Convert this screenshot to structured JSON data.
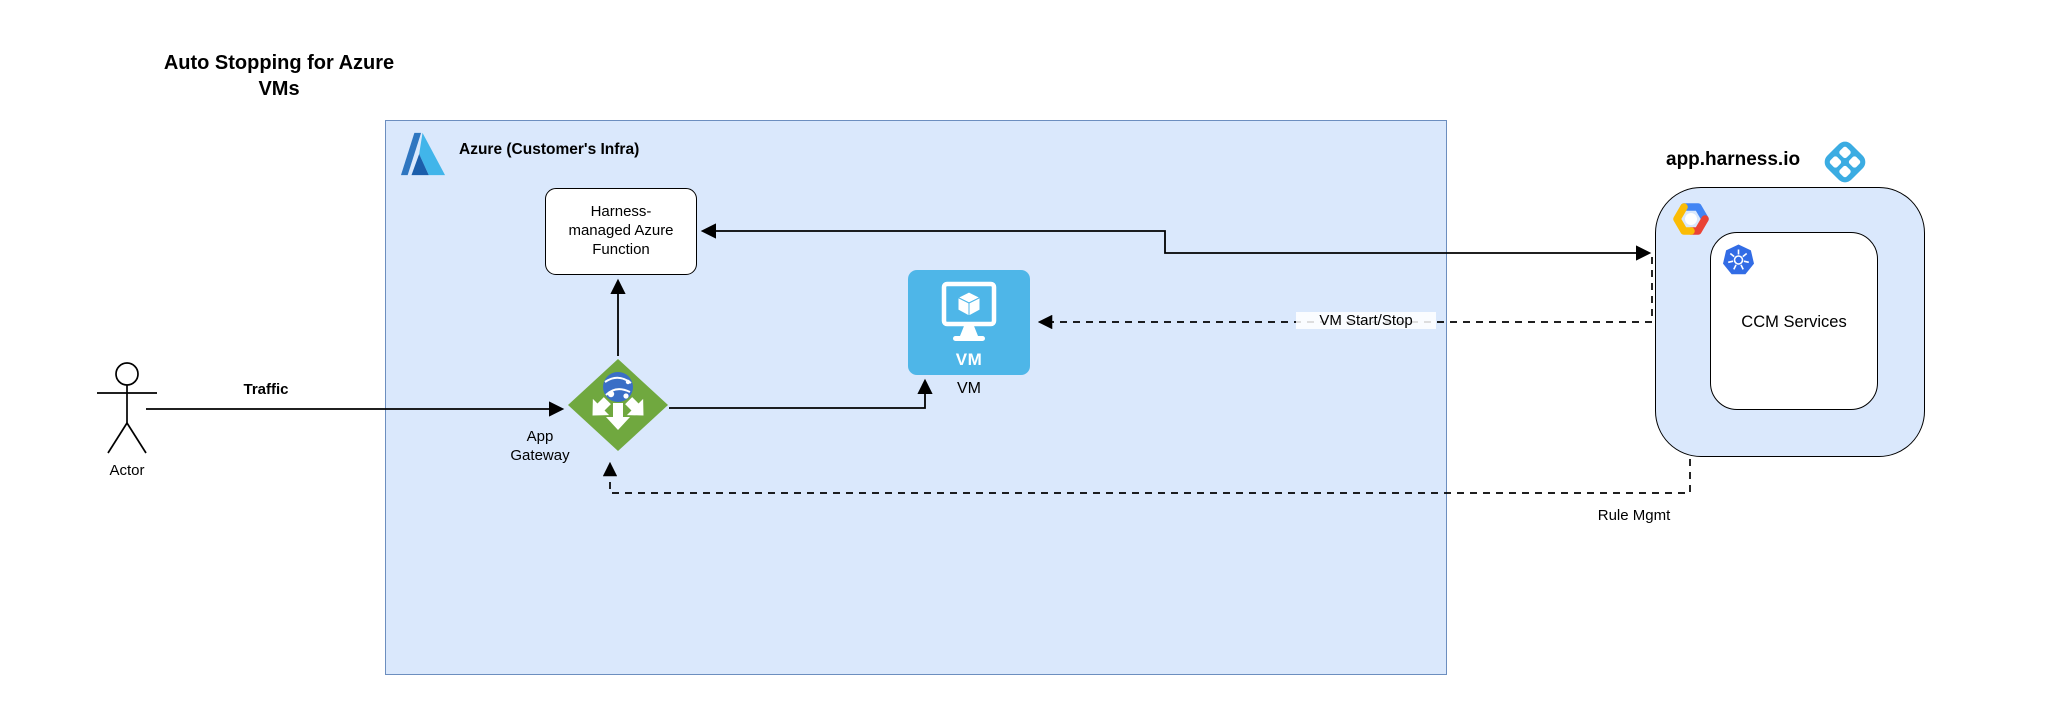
{
  "title": "Auto Stopping for Azure\nVMs",
  "azure_container": {
    "label": "Azure (Customer's Infra)",
    "fill": "#dae8fc",
    "border_color": "#6c8ebf",
    "function_box": {
      "label": "Harness-\nmanaged Azure\nFunction"
    },
    "vm": {
      "icon_label": "VM",
      "label": "VM",
      "color": "#4eb6e8"
    },
    "app_gateway": {
      "label": "App\nGateway",
      "color": "#70a83f"
    }
  },
  "actor": {
    "label": "Actor"
  },
  "harness": {
    "label": "app.harness.io",
    "logo_color": "#3bace2",
    "ccm": {
      "label": "CCM Services",
      "fill": "#dae8fc",
      "kubernetes_color": "#326ce5",
      "gcp_colors": {
        "blue": "#4285f4",
        "red": "#ea4335",
        "yellow": "#fbbc05"
      }
    }
  },
  "edges": {
    "traffic": {
      "label": "Traffic",
      "style": "solid"
    },
    "gateway_to_function": {
      "label": "",
      "style": "solid"
    },
    "gateway_to_vm": {
      "label": "",
      "style": "solid"
    },
    "function_ccm": {
      "label": "",
      "style": "solid-double-arrow"
    },
    "vm_start_stop": {
      "label": "VM Start/Stop",
      "style": "dashed"
    },
    "rule_mgmt": {
      "label": "Rule Mgmt",
      "style": "dashed"
    }
  },
  "icons": {
    "azure-logo": "azure-a-mark",
    "harness-logo": "blue-rounded-diamond-with-4-white-diamonds",
    "gcp-logo": "google-cloud-hexagon",
    "kubernetes-logo": "k8s-helm-wheel-heptagon",
    "vm-icon": "monitor-with-cube",
    "app-gateway-icon": "green-diamond-with-white-arrows-and-globe",
    "actor-icon": "stick-figure"
  }
}
